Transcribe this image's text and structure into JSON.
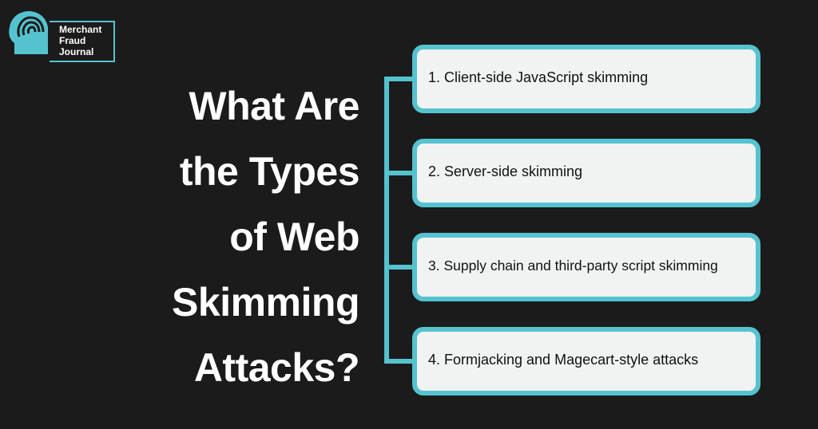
{
  "logo": {
    "lines": [
      "Merchant",
      "Fraud",
      "Journal"
    ],
    "color": "#55c3cf"
  },
  "title": {
    "lines": [
      "What Are",
      "the Types",
      "of Web",
      "Skimming",
      "Attacks?"
    ]
  },
  "items": [
    {
      "label": "1. Client-side JavaScript skimming"
    },
    {
      "label": "2. Server-side skimming"
    },
    {
      "label": "3. Supply chain and third-party script skimming"
    },
    {
      "label": "4. Formjacking and Magecart-style attacks"
    }
  ],
  "colors": {
    "background": "#1b1b1b",
    "accent": "#55c3cf",
    "box": "#f1f2f2",
    "title": "#ffffff"
  }
}
